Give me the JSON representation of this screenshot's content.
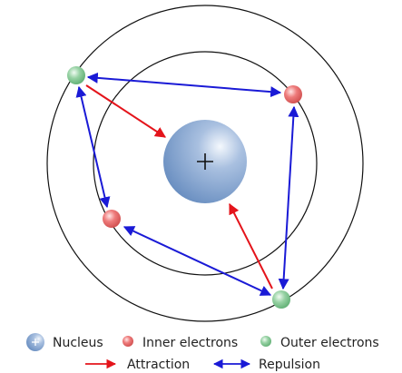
{
  "legend": {
    "nucleus": "Nucleus",
    "inner_electrons": "Inner electrons",
    "outer_electrons": "Outer electrons",
    "attraction": "Attraction",
    "repulsion": "Repulsion"
  },
  "nucleus_symbol": "+",
  "colors": {
    "nucleus": "#7b9cc8",
    "inner_electron": "#e57373",
    "outer_electron": "#8fcf9f",
    "attraction_arrow": "#e4141b",
    "repulsion_arrow": "#1a1ad6",
    "orbit": "#111111"
  }
}
